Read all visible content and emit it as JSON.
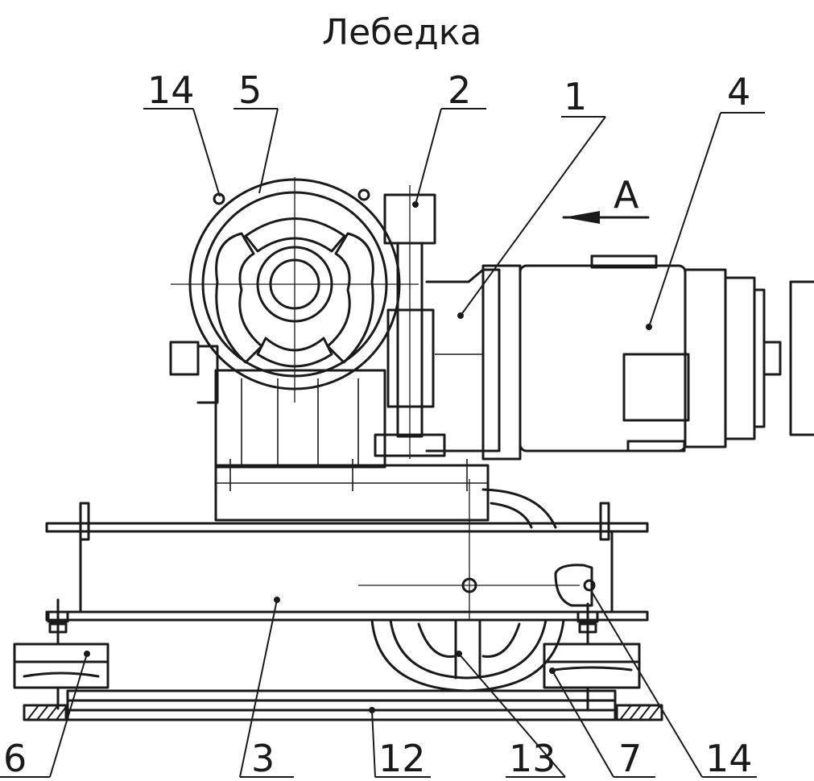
{
  "title": "Лебедка",
  "view_label": "A",
  "callouts": [
    {
      "id": "14-top",
      "label": "14"
    },
    {
      "id": "5",
      "label": "5"
    },
    {
      "id": "2",
      "label": "2"
    },
    {
      "id": "1",
      "label": "1"
    },
    {
      "id": "4",
      "label": "4"
    },
    {
      "id": "6",
      "label": "6"
    },
    {
      "id": "3",
      "label": "3"
    },
    {
      "id": "12",
      "label": "12"
    },
    {
      "id": "13",
      "label": "13"
    },
    {
      "id": "7",
      "label": "7"
    },
    {
      "id": "14-bottom",
      "label": "14"
    }
  ]
}
